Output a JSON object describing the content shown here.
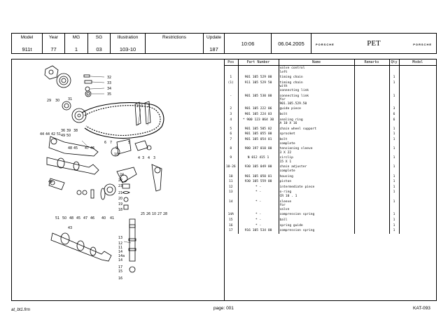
{
  "header": {
    "labels": {
      "model": "Model",
      "year": "Year",
      "mg": "MG",
      "sg": "SG",
      "illustration": "Illustration",
      "restrictions": "Restrictions",
      "update": "Update"
    },
    "values": {
      "model": "911t",
      "year": "77",
      "mg": "1",
      "sg": "03",
      "illustration": "103-10",
      "restrictions": "",
      "update": "187"
    },
    "time": "10:06",
    "date": "06.04.2005",
    "brand_left": "PORSCHE",
    "brand_right": "PORSCHE",
    "app": "PET"
  },
  "diagram": {
    "callouts": [
      "32",
      "33",
      "34",
      "35",
      "29",
      "30",
      "31",
      "2",
      "3",
      "1",
      "36",
      "39",
      "38",
      "49",
      "50",
      "48",
      "45",
      "47",
      "44",
      "44",
      "42",
      "51",
      "43",
      "2",
      "6",
      "7",
      "5",
      "9",
      "10",
      "3",
      "4",
      "4",
      "3",
      "24",
      "22",
      "23",
      "21",
      "20",
      "19",
      "18",
      "25",
      "26",
      "10",
      "27",
      "28",
      "49",
      "51",
      "50",
      "48",
      "45",
      "47",
      "46",
      "40",
      "41",
      "43",
      "13",
      "12",
      "11",
      "14",
      "14a",
      "17",
      "15",
      "16"
    ]
  },
  "table": {
    "columns": [
      "Pos",
      "Part Number",
      "Name",
      "Remarks",
      "Qty",
      "Model"
    ],
    "rows": [
      {
        "pos": "",
        "pn": "",
        "name": "valve control\nleft",
        "remarks": "",
        "qty": "",
        "model": ""
      },
      {
        "pos": "1",
        "pn": "901 105 529 00",
        "name": "timing chain",
        "remarks": "",
        "qty": "1",
        "model": ""
      },
      {
        "pos": "(1)",
        "pn": "911 105 529 50",
        "name": "timing chain\nwith\nconnecting link",
        "remarks": "",
        "qty": "1",
        "model": ""
      },
      {
        "pos": "-",
        "pn": "901 105 530 00",
        "name": "connecting link\nfor\n901.105.529.50",
        "remarks": "",
        "qty": "1",
        "model": ""
      },
      {
        "pos": "2",
        "pn": "901 105 222 06",
        "name": "guide piece",
        "remarks": "",
        "qty": "3",
        "model": ""
      },
      {
        "pos": "3",
        "pn": "901 105 224 03",
        "name": "bolt",
        "remarks": "",
        "qty": "6",
        "model": ""
      },
      {
        "pos": "4",
        "pn": "* 900 123 064 30",
        "name": "sealing ring\nA 10 X 16",
        "remarks": "",
        "qty": "6",
        "model": ""
      },
      {
        "pos": "5",
        "pn": "901 105 505 02",
        "name": "chain wheel support",
        "remarks": "",
        "qty": "1",
        "model": ""
      },
      {
        "pos": "6",
        "pn": "901 105 055 00",
        "name": "sprocket",
        "remarks": "",
        "qty": "1",
        "model": ""
      },
      {
        "pos": "7",
        "pn": "901 105 054 01",
        "name": "bolt\ncomplete",
        "remarks": "",
        "qty": "1",
        "model": ""
      },
      {
        "pos": "8",
        "pn": "900 197 010 00",
        "name": "tensioning sleeve\n3 X 22",
        "remarks": "",
        "qty": "1",
        "model": ""
      },
      {
        "pos": "9",
        "pn": "N  012 415 1",
        "name": "circlip\n15 X 1",
        "remarks": "",
        "qty": "1",
        "model": ""
      },
      {
        "pos": "10-26",
        "pn": "930 105 049 00",
        "name": "chain adjuster\ncomplete",
        "remarks": "",
        "qty": "1",
        "model": ""
      },
      {
        "pos": "10",
        "pn": "901 105 050 01",
        "name": "housing",
        "remarks": "",
        "qty": "1",
        "model": ""
      },
      {
        "pos": "11",
        "pn": "930 105 559 00",
        "name": "piston",
        "remarks": "",
        "qty": "1",
        "model": ""
      },
      {
        "pos": "12",
        "pn": "*      -",
        "name": "intermediate piece",
        "remarks": "",
        "qty": "1",
        "model": ""
      },
      {
        "pos": "13",
        "pn": "*      -",
        "name": "o-ring\nCR 10 . 1",
        "remarks": "",
        "qty": "1",
        "model": ""
      },
      {
        "pos": "14",
        "pn": "*      -",
        "name": "sleeve\nfor\nvalve",
        "remarks": "",
        "qty": "1",
        "model": ""
      },
      {
        "pos": "14A",
        "pn": "*      -",
        "name": "compression spring",
        "remarks": "",
        "qty": "1",
        "model": ""
      },
      {
        "pos": "15",
        "pn": "*      -",
        "name": "ball",
        "remarks": "",
        "qty": "1",
        "model": ""
      },
      {
        "pos": "16",
        "pn": "*      -",
        "name": "spring guide",
        "remarks": "",
        "qty": "1",
        "model": ""
      },
      {
        "pos": "17",
        "pn": "916 105 534 00",
        "name": "compression spring",
        "remarks": "",
        "qty": "1",
        "model": ""
      }
    ]
  },
  "footer": {
    "left": "at_bt1.frm",
    "page": "page: 001",
    "right": "KAT-093"
  }
}
